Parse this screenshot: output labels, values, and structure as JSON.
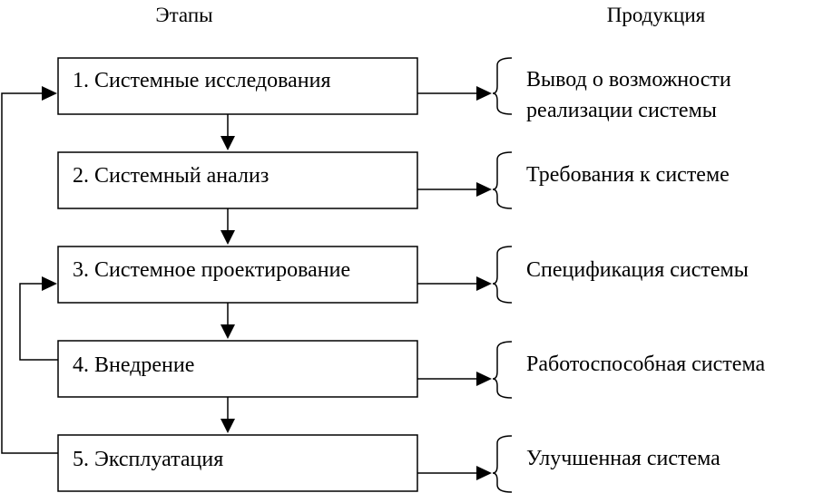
{
  "headers": {
    "stages": "Этапы",
    "products": "Продукция"
  },
  "stages": [
    {
      "label": "1. Системные исследования"
    },
    {
      "label": "2. Системный анализ"
    },
    {
      "label": "3. Системное проектирование"
    },
    {
      "label": "4. Внедрение"
    },
    {
      "label": "5. Эксплуатация"
    }
  ],
  "products": [
    {
      "line1": "Вывод о возможности",
      "line2": "реализации системы"
    },
    {
      "line1": "Требования к системе"
    },
    {
      "line1": "Спецификация системы"
    },
    {
      "line1": "Работоспособная система"
    },
    {
      "line1": "Улучшенная система"
    }
  ],
  "colors": {
    "line": "#000000",
    "background": "#ffffff"
  }
}
